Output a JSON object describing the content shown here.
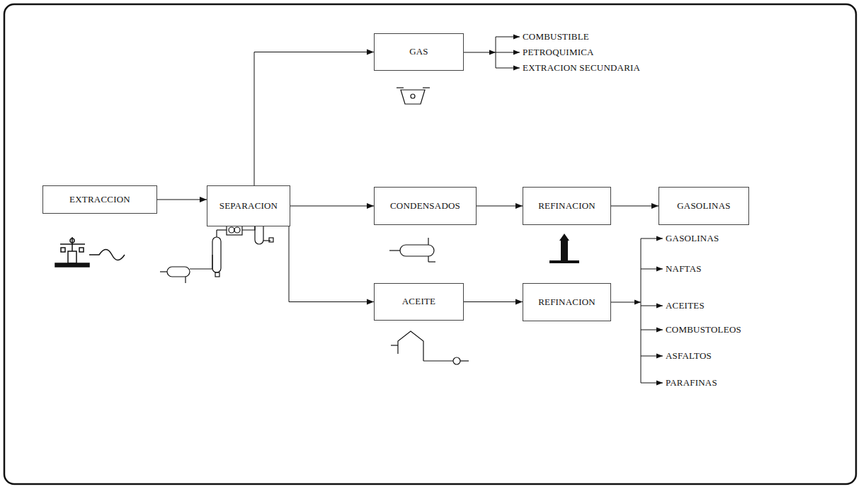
{
  "diagram": {
    "nodes": [
      {
        "text": [
          "EXTRACCION"
        ]
      },
      {
        "text": [
          "SEPARACION"
        ]
      },
      {
        "text": [
          "GAS"
        ]
      },
      {
        "text": [
          "CONDENSADOS"
        ]
      },
      {
        "text": [
          "REFINACION"
        ]
      },
      {
        "text": [
          "GASOLINAS"
        ]
      },
      {
        "text": [
          "ACEITE"
        ]
      },
      {
        "text": [
          "REFINACION"
        ]
      }
    ],
    "edges": [
      {
        "from": 0,
        "to": 1,
        "arrow": "to"
      },
      {
        "from": 1,
        "to": 2,
        "arrow": "to"
      },
      {
        "from": 1,
        "to": 3,
        "arrow": "to"
      },
      {
        "from": 1,
        "to": 6,
        "arrow": "to"
      },
      {
        "from": 3,
        "to": 4,
        "arrow": "to"
      },
      {
        "from": 4,
        "to": 5,
        "arrow": "to"
      },
      {
        "from": 6,
        "to": 7,
        "arrow": "to"
      }
    ],
    "labels": [
      "COMBUSTIBLE",
      "PETROQUIMICA",
      "EXTRACION SECUNDARIA",
      "GASOLINAS",
      "NAFTAS",
      "ACEITES",
      "COMBUSTOLEOS",
      "ASFALTOS",
      "PARAFINAS"
    ]
  }
}
